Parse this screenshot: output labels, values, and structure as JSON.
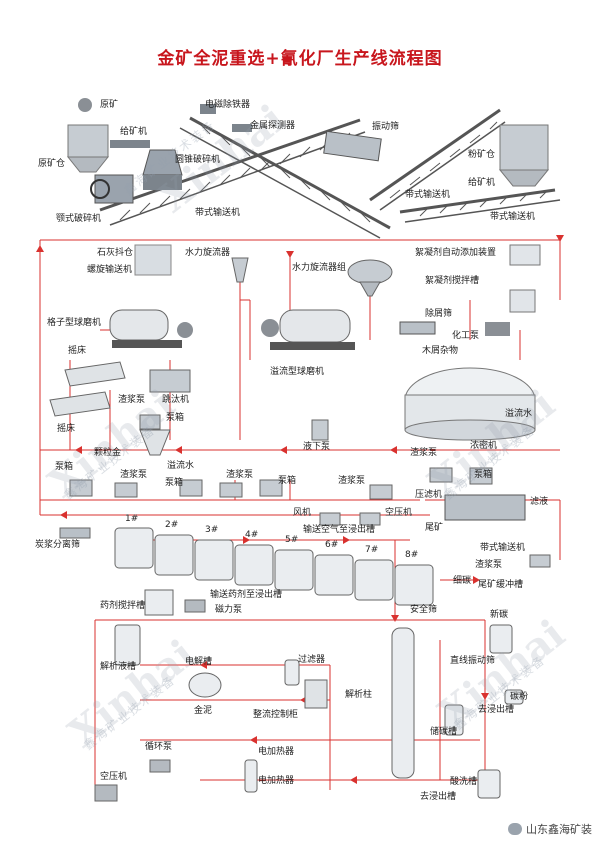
{
  "title": "金矿全泥重选+氰化厂生产线流程图",
  "watermark": {
    "brand": "Xinhai",
    "slogan": "鑫海矿业技术装备"
  },
  "footer": {
    "brand": "山东鑫海矿装"
  },
  "colors": {
    "title": "#c8161d",
    "flow_line": "#d9322f",
    "equipment": "#9aa3ad"
  },
  "labels": {
    "raw_ore": "原矿",
    "ore_bin": "原矿仓",
    "feeder1": "给矿机",
    "jaw_crusher": "颚式破碎机",
    "magnetic": "电磁除铁器",
    "metal_detector": "金属探测器",
    "cone_crusher": "圆锥破碎机",
    "belt1": "带式输送机",
    "vibrating_screen": "振动筛",
    "powder_bin": "粉矿仓",
    "feeder2": "给矿机",
    "belt2": "带式输送机",
    "belt3": "带式输送机",
    "lime_bin": "石灰抖仓",
    "screw": "螺旋输送机",
    "hydrocyclone": "水力旋流器",
    "hydrocyclone_group": "水力旋流器组",
    "floc_dosing": "絮凝剂自动添加装置",
    "floc_tank": "絮凝剂搅拌槽",
    "grid_mill": "格子型球磨机",
    "overflow_mill": "溢流型球磨机",
    "trash_screen": "除屑筛",
    "chem_pump": "化工泵",
    "wood_chips": "木屑杂物",
    "shaking_table": "摇床",
    "slurry_pump1": "渣浆泵",
    "jig": "跳汰机",
    "pump_box1": "泵箱",
    "shaking_table2": "摇床",
    "overflow_water1": "溢流水",
    "thickener": "浓密机",
    "coarse_gold": "颗粒金",
    "pump_box2": "泵箱",
    "overflow_water2": "溢流水",
    "pump_box3": "泵箱",
    "submerged_pump": "液下泵",
    "slurry_pump2": "渣浆泵",
    "slurry_pump3": "渣浆泵",
    "pump4": "泵箱",
    "slurry_pump4": "渣浆泵",
    "slurry_pump5": "渣浆泵",
    "pump5": "泵箱",
    "slurry_pump6": "渣浆泵",
    "pump_box6": "泵箱",
    "press_filter": "压滤机",
    "filtrate": "滤液",
    "blower": "风机",
    "compressor1": "空压机",
    "air_to_tank": "输送空气至浸出槽",
    "carbon_screen": "炭浆分离筛",
    "tank1": "1#",
    "tank2": "2#",
    "tank3": "3#",
    "tank4": "4#",
    "tank5": "5#",
    "tank6": "6#",
    "tank7": "7#",
    "tank8": "8#",
    "tailings": "尾矿",
    "belt4": "带式输送机",
    "slurry_pump7": "渣浆泵",
    "fine_carbon": "细碳",
    "tail_buffer": "尾矿缓冲槽",
    "reagent_tank": "药剂搅拌槽",
    "reagent_to_tank": "输送药剂至浸出槽",
    "mag_pump": "磁力泵",
    "safety_screen": "安全筛",
    "new_carbon": "新碳",
    "desorption_tank": "解析液槽",
    "electrolysis": "电解槽",
    "filter": "过滤器",
    "gold_mud": "金泥",
    "control_cabinet": "整流控制柜",
    "desorption_column": "解析柱",
    "linear_screen": "直线振动筛",
    "carbon_powder": "碳粉",
    "to_leach1": "去浸出槽",
    "storage_carbon": "储碳槽",
    "circ_pump": "循环泵",
    "heater1": "电加热器",
    "heater2": "电加热器",
    "compressor2": "空压机",
    "acid_tank": "酸洗槽",
    "to_leach2": "去浸出槽"
  }
}
